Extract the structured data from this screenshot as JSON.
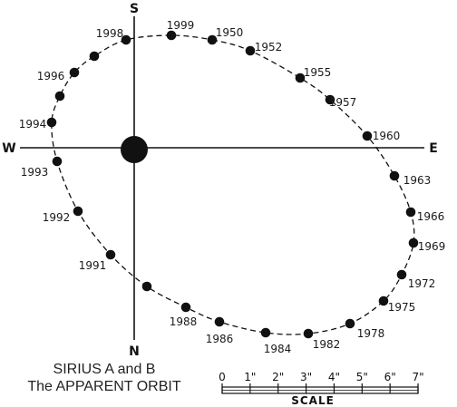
{
  "directions": {
    "north": "N",
    "south": "S",
    "east": "E",
    "west": "W"
  },
  "caption": {
    "line1": "SIRIUS A and B",
    "line2": "The APPARENT ORBIT"
  },
  "scale": {
    "title": "SCALE",
    "ticks": [
      "0",
      "1\"",
      "2\"",
      "3\"",
      "4\"",
      "5\"",
      "6\"",
      "7\""
    ]
  },
  "primary_star": "Sirius A",
  "orbit_points": [
    {
      "year": "1950"
    },
    {
      "year": "1952"
    },
    {
      "year": "1955"
    },
    {
      "year": "1957"
    },
    {
      "year": "1960"
    },
    {
      "year": "1963"
    },
    {
      "year": "1966"
    },
    {
      "year": "1969"
    },
    {
      "year": "1972"
    },
    {
      "year": "1975"
    },
    {
      "year": "1978"
    },
    {
      "year": "1982"
    },
    {
      "year": "1984"
    },
    {
      "year": "1986"
    },
    {
      "year": "1988"
    },
    {
      "year": ""
    },
    {
      "year": "1991"
    },
    {
      "year": "1992"
    },
    {
      "year": "1993"
    },
    {
      "year": "1994"
    },
    {
      "year": ""
    },
    {
      "year": "1996"
    },
    {
      "year": ""
    },
    {
      "year": "1998"
    },
    {
      "year": "1999"
    }
  ],
  "colors": {
    "ink": "#111111",
    "paper": "#ffffff"
  }
}
